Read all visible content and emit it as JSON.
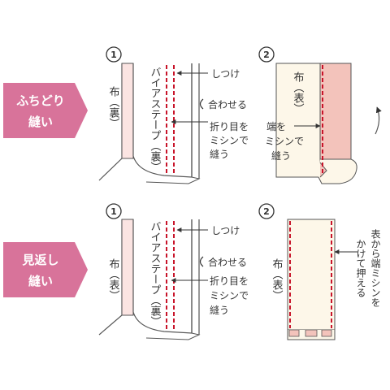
{
  "colors": {
    "tag_pink": "#d8739a",
    "fabric_back": "#fbe4e2",
    "fabric_front": "#fdf7e9",
    "bias_tape": "#f3c3bb",
    "stitch_red": "#c8142a",
    "outline": "#555555"
  },
  "sections": [
    {
      "id": "fuchidori",
      "tag": {
        "line1": "ふちどり",
        "line2": "縫い"
      },
      "step1": {
        "number": "1",
        "fabric_label": "布（裏）",
        "bias_label": "バイアステープ（裏）",
        "notes": [
          "しつけ",
          "合わせる",
          "折り目を",
          "ミシンで",
          "縫う"
        ]
      },
      "step2": {
        "number": "2",
        "fabric_label": "布（表）",
        "notes": [
          "端を",
          "ミシンで",
          "縫う"
        ]
      }
    },
    {
      "id": "mikaeshi",
      "tag": {
        "line1": "見返し",
        "line2": "縫い"
      },
      "step1": {
        "number": "1",
        "fabric_label": "布（表）",
        "bias_label": "バイアステープ（裏）",
        "notes": [
          "しつけ",
          "合わせる",
          "折り目を",
          "ミシンで",
          "縫う"
        ]
      },
      "step2": {
        "number": "2",
        "fabric_label": "布（表）",
        "notes": [
          "表から端ミシンを",
          "かけて押える"
        ]
      }
    }
  ]
}
